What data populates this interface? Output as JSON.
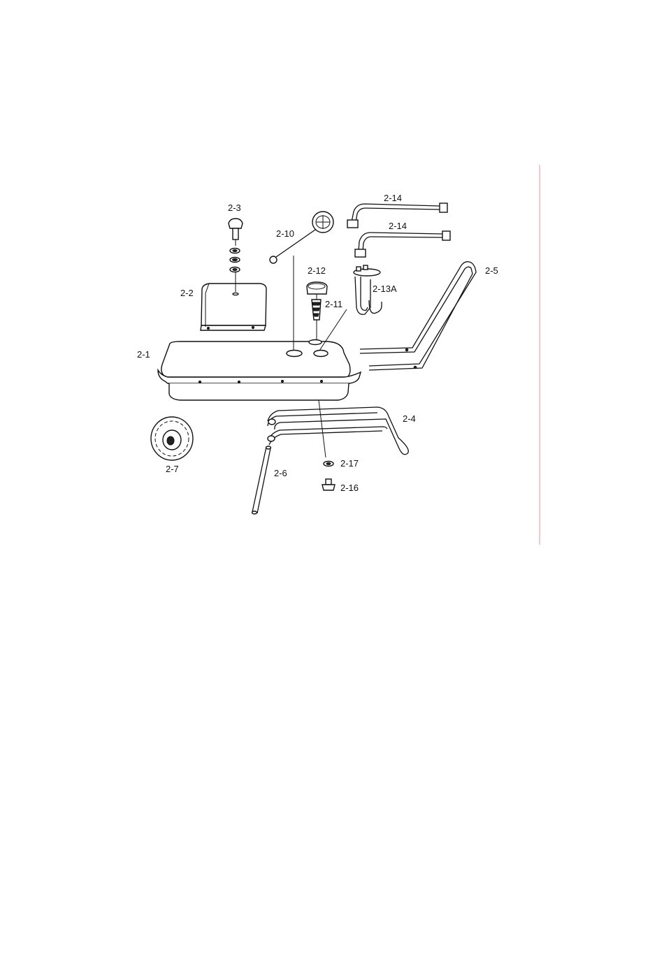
{
  "parts": {
    "p2_1": "2-1",
    "p2_2": "2-2",
    "p2_3": "2-3",
    "p2_4": "2-4",
    "p2_5": "2-5",
    "p2_6": "2-6",
    "p2_7": "2-7",
    "p2_10": "2-10",
    "p2_11": "2-11",
    "p2_12": "2-12",
    "p2_13a": "2-13A",
    "p2_14a": "2-14",
    "p2_14b": "2-14",
    "p2_16": "2-16",
    "p2_17": "2-17"
  },
  "colors": {
    "margin_rule": "#f2b8b8",
    "ink": "#111111"
  }
}
